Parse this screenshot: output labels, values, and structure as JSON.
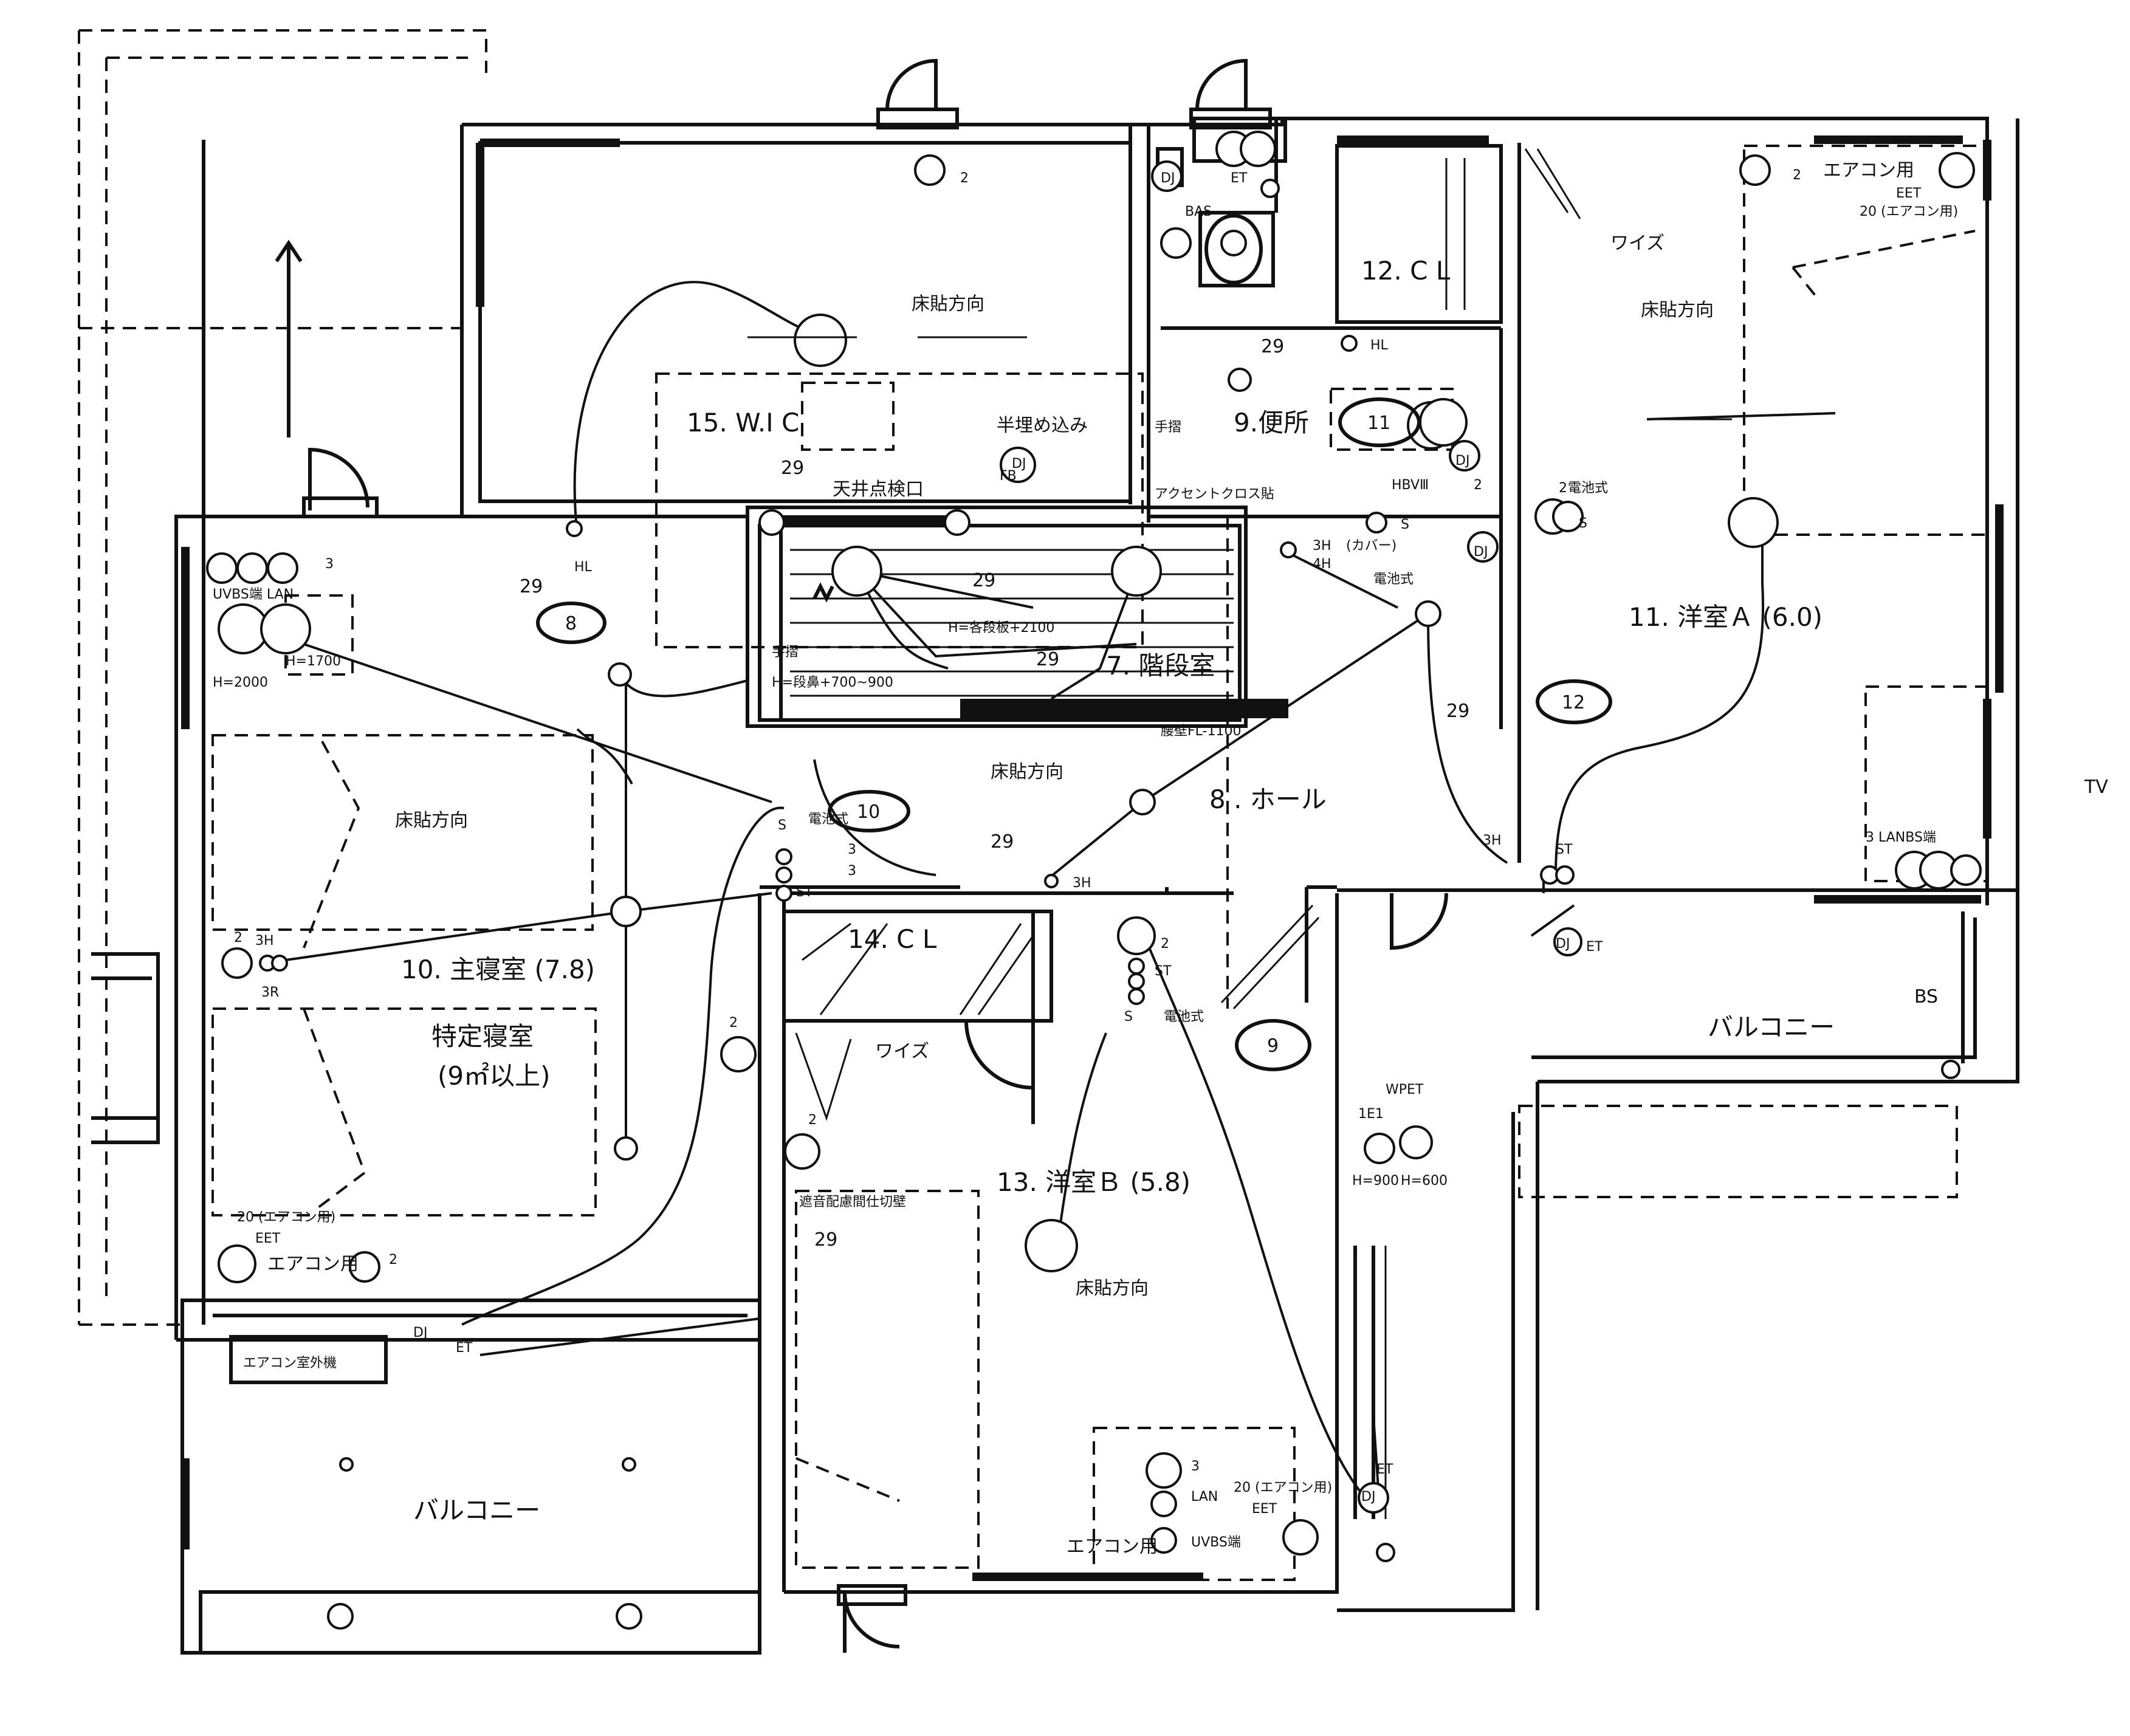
{
  "rooms": {
    "wic": "15. W.I C",
    "toilet": "9.便所",
    "cl12": "12. C L",
    "western_a": "11. 洋室Ａ (6.0)",
    "stair": "7. 階段室",
    "hall": "8 . ホール",
    "master": "10. 主寝室 (7.8)",
    "special_bedroom": "特定寝室",
    "special_area": "(9㎡以上)",
    "cl14": "14. C L",
    "western_b": "13. 洋室Ｂ (5.8)",
    "balcony_left": "バルコニー",
    "balcony_right": "バルコニー"
  },
  "labels": {
    "floor_dir": "床貼方向",
    "wise": "ワイズ",
    "half_embedded": "半埋め込み",
    "ceiling_hatch": "天井点検口",
    "handrail": "手摺",
    "handrail_toilet": "手摺",
    "accent_cloth": "アクセントクロス貼",
    "battery": "電池式",
    "aircon": "エアコン用",
    "aircon_outdoor": "エアコン室外機",
    "soundproof": "遮音配慮間仕切壁",
    "koshikabe": "腰壁FL-1100",
    "h_stairs": "H=各段板+2100",
    "h_handrail": "H=段鼻+700~900",
    "h2000": "H=2000",
    "h1700": "H=1700",
    "h900": "H=900",
    "h600": "H=600",
    "eet": "EET",
    "et": "ET",
    "dj": "DJ",
    "fb": "FB",
    "hl": "HL",
    "st": "ST",
    "lan": "LAN",
    "uvbs": "UVBS端",
    "uvbs_lan": "UVBS端 LAN",
    "lan_bs": "3 LANBS端",
    "hbv": "HBVⅢ",
    "cover": "(カバー)",
    "wpet": "WPET",
    "e1": "1E1",
    "bas": "BAS",
    "tv": "TV",
    "bs": "BS",
    "aircon_20": "20 (エアコン用)",
    "n3h": "3H",
    "n4h": "4H",
    "n3r": "3R",
    "n2": "2",
    "n3": "3",
    "n29": "29",
    "s": "S"
  },
  "circles": [
    "8",
    "10",
    "11",
    "12",
    "9"
  ]
}
